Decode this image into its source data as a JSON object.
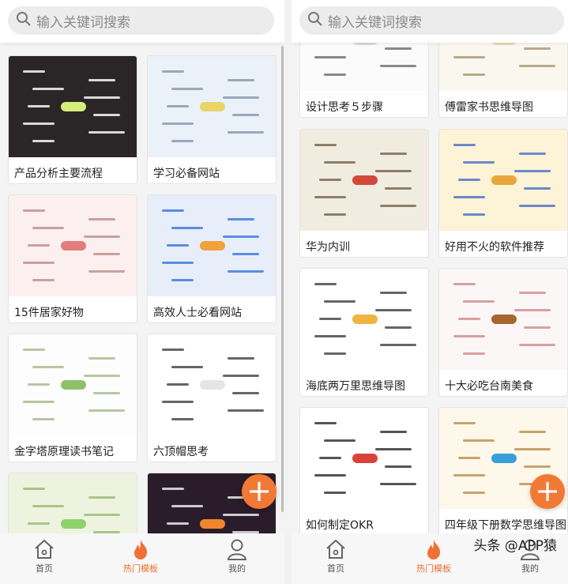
{
  "search": {
    "placeholder": "输入关键词搜索",
    "icon": "search-icon"
  },
  "left": {
    "cards": [
      {
        "title": "产品分析主要流程",
        "bg": "#2a2628",
        "line": "#d9d9d9",
        "accent": "#d6ee7a"
      },
      {
        "title": "学习必备网站",
        "bg": "#eaf1f9",
        "line": "#9aa8b8",
        "accent": "#e9d36a"
      },
      {
        "title": "15件居家好物",
        "bg": "#fbefef",
        "line": "#c9a0a0",
        "accent": "#e27d7d"
      },
      {
        "title": "高效人士必看网站",
        "bg": "#e7eefa",
        "line": "#5b8de0",
        "accent": "#f1a23a"
      },
      {
        "title": "金字塔原理读书笔记",
        "bg": "#fdfdfd",
        "line": "#b7c6a2",
        "accent": "#8fc06a"
      },
      {
        "title": "六顶帽思考",
        "bg": "#ffffff",
        "line": "#666666",
        "accent": "#e5e5e5"
      },
      {
        "title": "",
        "bg": "#eef3df",
        "line": "#a9c58a",
        "accent": "#8fd16a"
      },
      {
        "title": "",
        "bg": "#2b1c2b",
        "line": "#cccccc",
        "accent": "#f0852f"
      }
    ]
  },
  "right": {
    "cards": [
      {
        "title": "设计思考５步骤",
        "bg": "#fbfbfb",
        "line": "#888888",
        "accent": "#d9d9d9"
      },
      {
        "title": "傅雷家书思维导图",
        "bg": "#faf7ef",
        "line": "#b8a98a",
        "accent": "#e6d8b0"
      },
      {
        "title": "华为内训",
        "bg": "#f1ece0",
        "line": "#8c7d6a",
        "accent": "#d2493a"
      },
      {
        "title": "好用不火的软件推荐",
        "bg": "#fdf3d6",
        "line": "#6b88c9",
        "accent": "#e9a63a"
      },
      {
        "title": "海底两万里思维导图",
        "bg": "#ffffff",
        "line": "#666666",
        "accent": "#f0b440"
      },
      {
        "title": "十大必吃台南美食",
        "bg": "#fbf7f7",
        "line": "#d9a0a0",
        "accent": "#a7652f"
      },
      {
        "title": "如何制定OKR",
        "bg": "#ffffff",
        "line": "#555555",
        "accent": "#d9433a"
      },
      {
        "title": "四年级下册数学思维导图",
        "bg": "#fdf8ea",
        "line": "#c9a26a",
        "accent": "#39a0d8"
      }
    ]
  },
  "nav": {
    "items": [
      {
        "label": "首页",
        "icon": "home-icon"
      },
      {
        "label": "热门模板",
        "icon": "fire-icon",
        "active": true
      },
      {
        "label": "我的",
        "icon": "user-icon"
      }
    ]
  },
  "fab": {
    "label": "+",
    "icon": "plus-icon"
  },
  "watermark": "头条 @APP猿",
  "colors": {
    "accent": "#f07a35",
    "active_tab": "#e8712d"
  }
}
